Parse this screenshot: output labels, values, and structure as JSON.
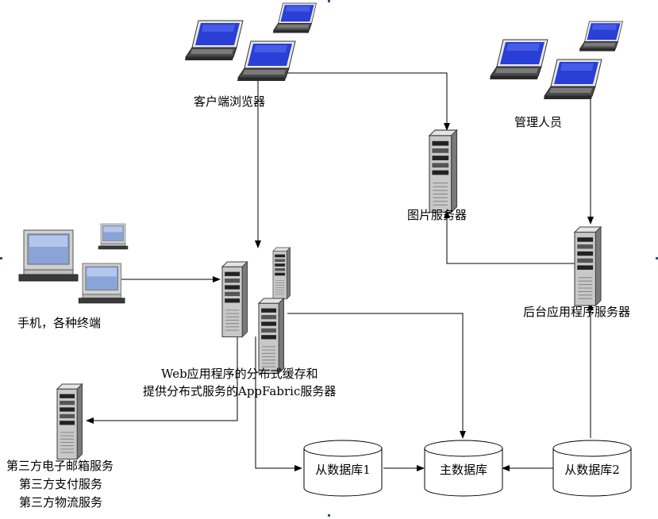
{
  "nodes": {
    "client_browser": "客户端浏览器",
    "admin_staff": "管理人员",
    "image_server": "图片服务器",
    "mobile_terminals": "手机，各种终端",
    "web_app_cluster_line1": "Web应用程序的分布式缓存和",
    "web_app_cluster_line2": "提供分布式服务的AppFabric服务器",
    "backend_app_server": "后台应用程序服务器",
    "third_party_line1": "第三方电子邮箱服务",
    "third_party_line2": "第三方支付服务",
    "third_party_line3": "第三方物流服务",
    "slave_db_1": "从数据库1",
    "master_db": "主数据库",
    "slave_db_2": "从数据库2"
  },
  "colors": {
    "screen": "#2a3fd6",
    "laptop_body": "#3a3a3a",
    "server_body": "#c8c8c8",
    "crt_screen": "#8aa4d8",
    "line": "#000000"
  },
  "icons": [
    "laptop-icon",
    "crt-monitor-icon",
    "tower-server-icon",
    "database-cylinder-icon"
  ]
}
